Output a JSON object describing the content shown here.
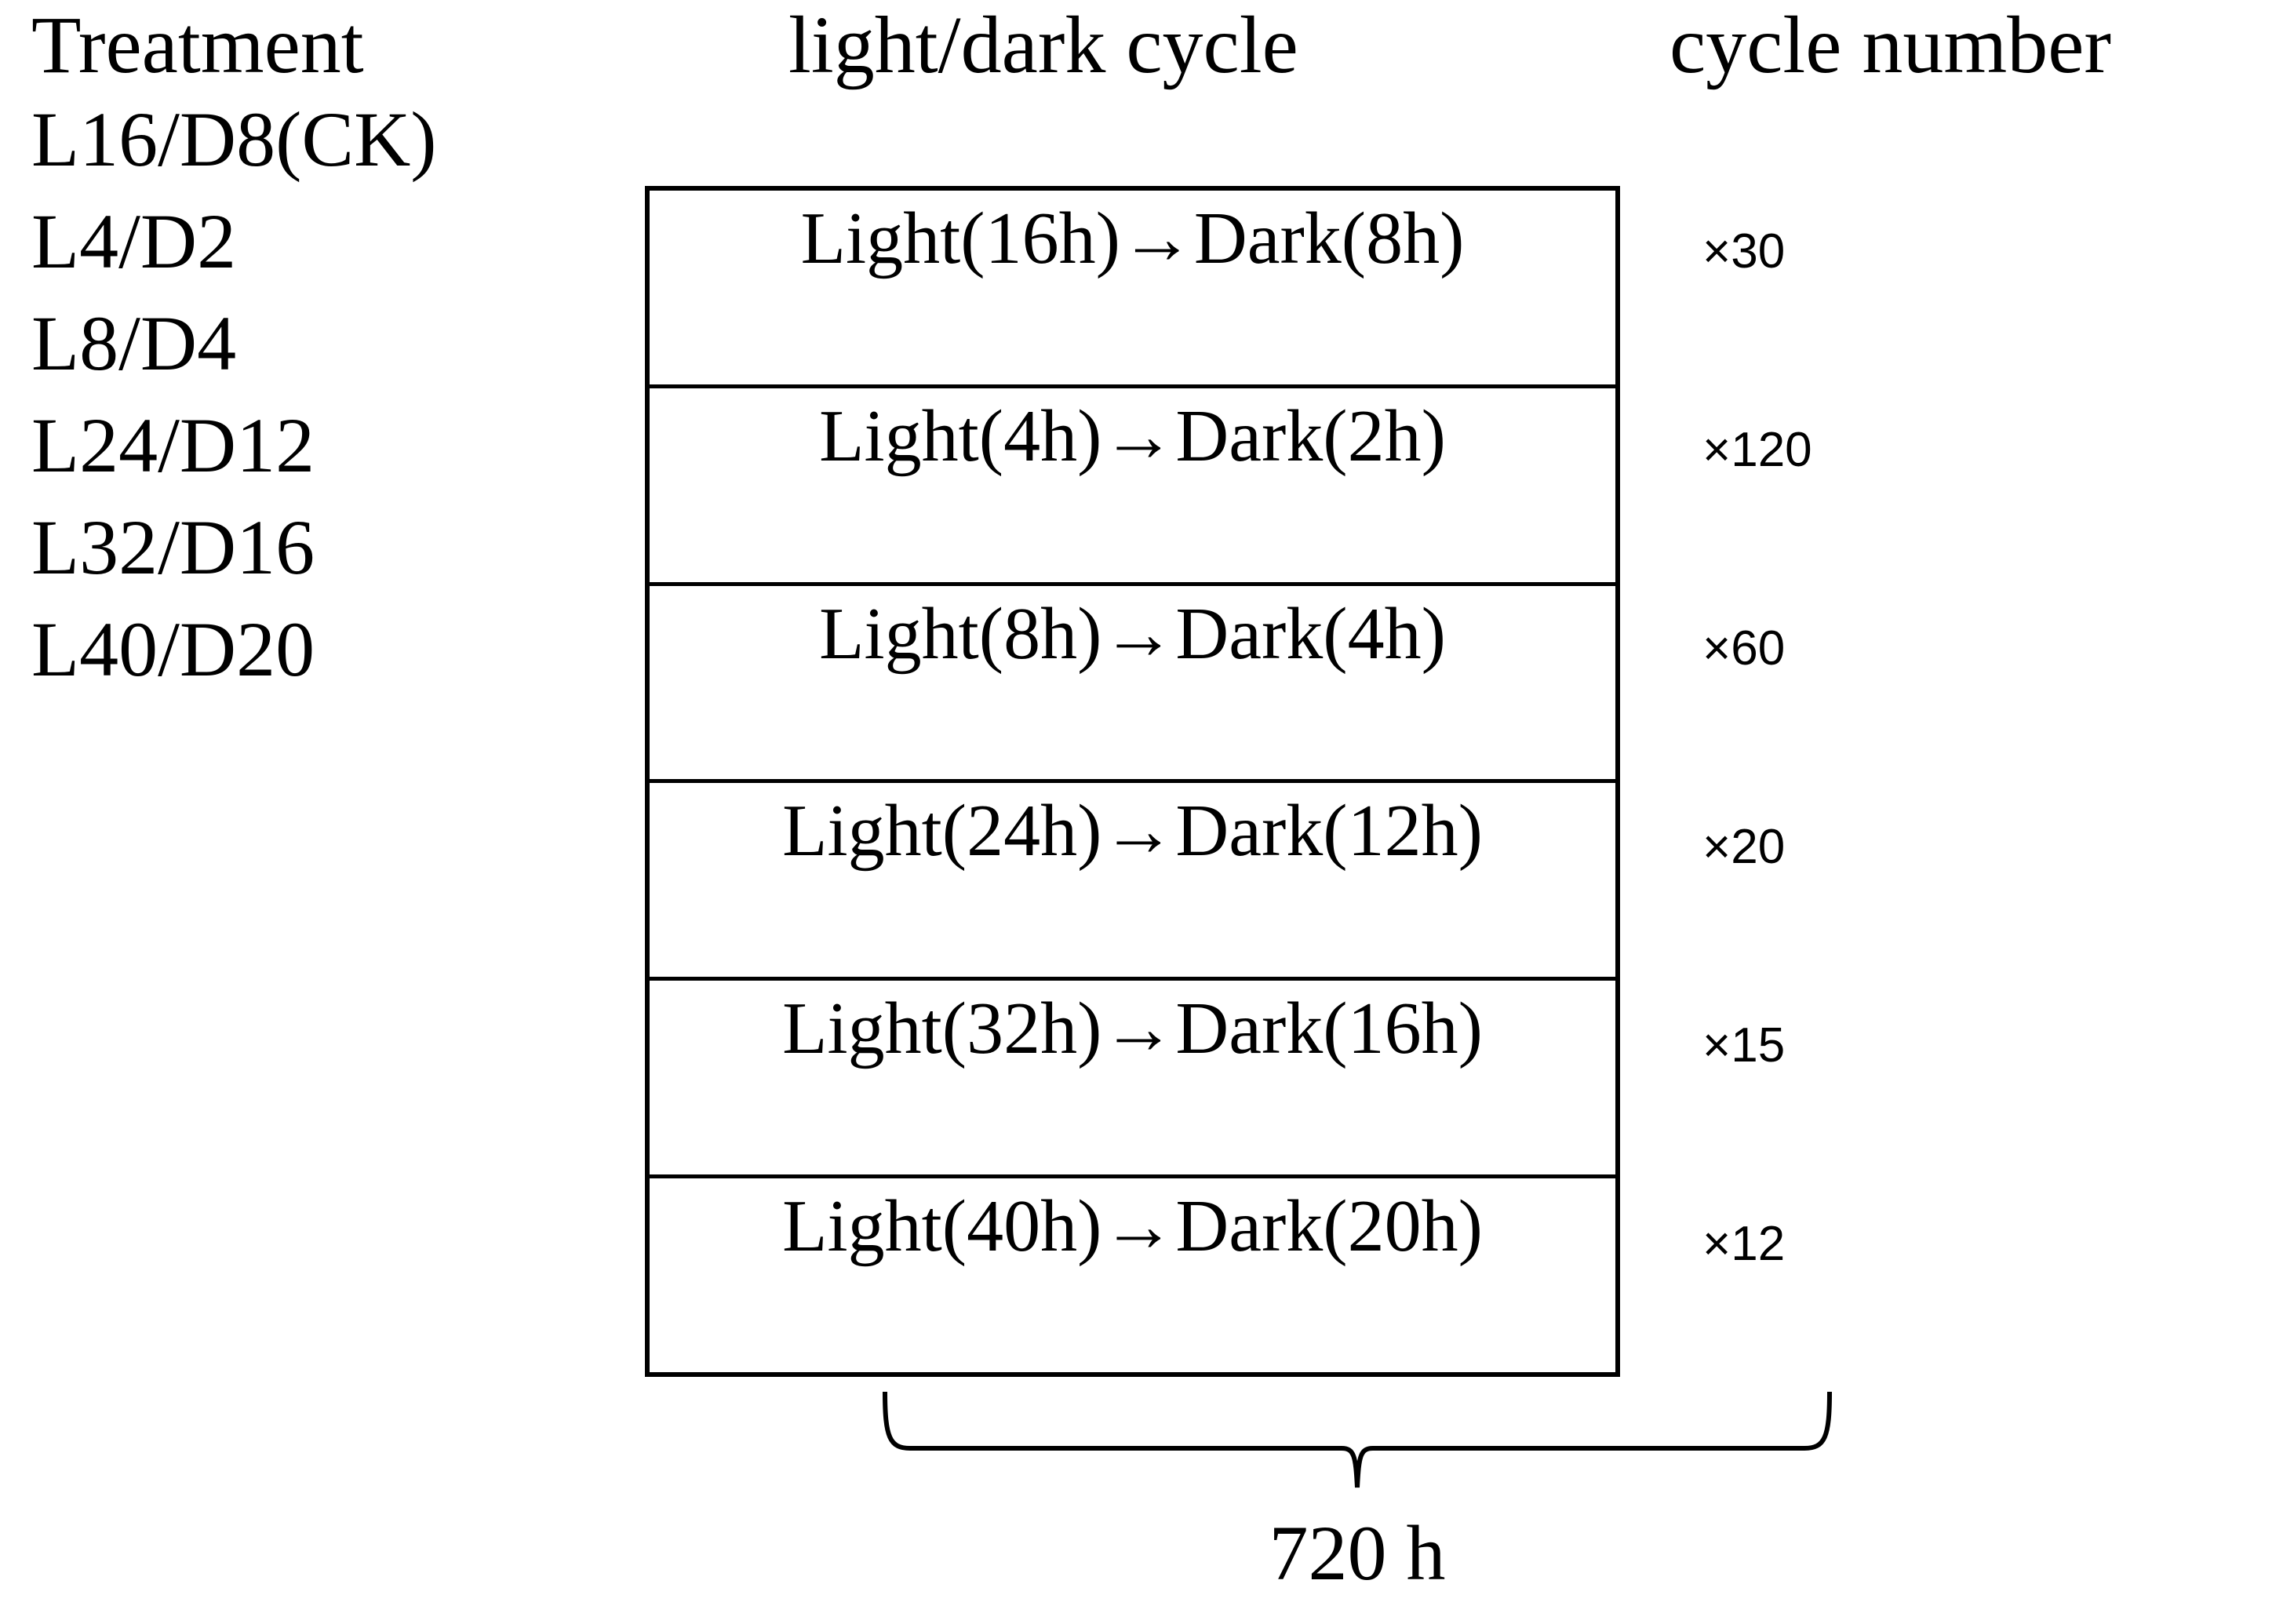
{
  "headers": {
    "treatment": "Treatment",
    "light_dark_cycle": "light/dark cycle",
    "cycle_number": "cycle number"
  },
  "rows": [
    {
      "treatment": "L16/D8(CK)",
      "cycle": "Light(16h)→Dark(8h)",
      "count": "×30"
    },
    {
      "treatment": "L4/D2",
      "cycle": "Light(4h)→Dark(2h)",
      "count": "×120"
    },
    {
      "treatment": "L8/D4",
      "cycle": "Light(8h)→Dark(4h)",
      "count": "×60"
    },
    {
      "treatment": "L24/D12",
      "cycle": "Light(24h)→Dark(12h)",
      "count": "×20"
    },
    {
      "treatment": "L32/D16",
      "cycle": "Light(32h)→Dark(16h)",
      "count": "×15"
    },
    {
      "treatment": "L40/D20",
      "cycle": "Light(40h)→Dark(20h)",
      "count": "×12"
    }
  ],
  "footer": {
    "total_duration": "720 h"
  },
  "colors": {
    "ink": "#000000",
    "background": "#ffffff"
  }
}
